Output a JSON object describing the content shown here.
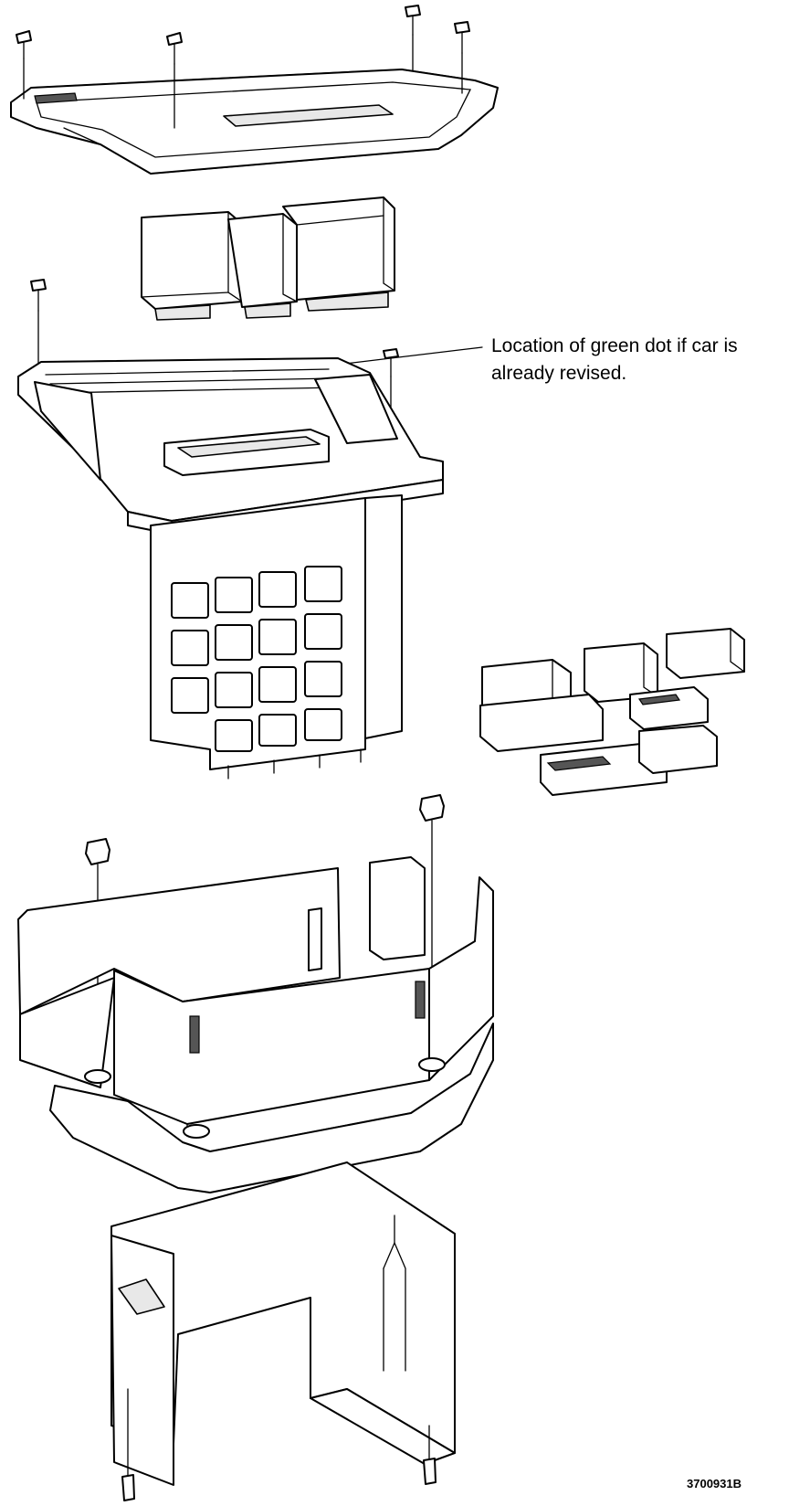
{
  "callout": {
    "line1": "Location of green dot if car is",
    "line2": "already revised."
  },
  "figure_number": "3700931B"
}
